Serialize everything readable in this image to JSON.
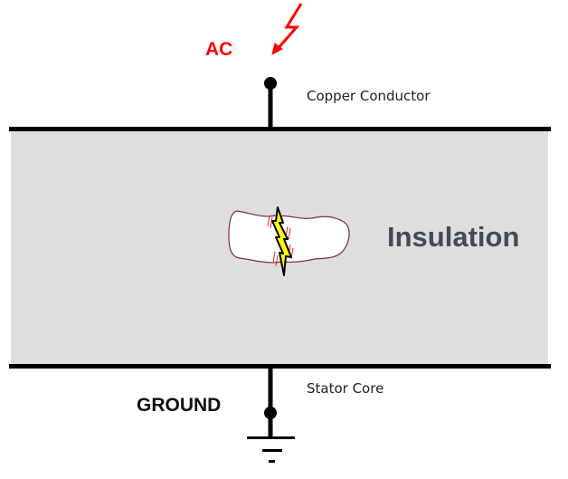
{
  "labels": {
    "source": "AC",
    "conductor": "Copper Conductor",
    "insulation": "Insulation",
    "core": "Stator Core",
    "ground": "GROUND"
  },
  "colors": {
    "source": "#ff0000",
    "insulation_fill": "#dedede",
    "insulation_text": "#3f4b5a",
    "bolt": "#ffff00",
    "void_outline": "#7a2a50"
  },
  "icons": [
    "lightning-arrow-icon",
    "discharge-bolt-icon",
    "ground-symbol-icon"
  ]
}
